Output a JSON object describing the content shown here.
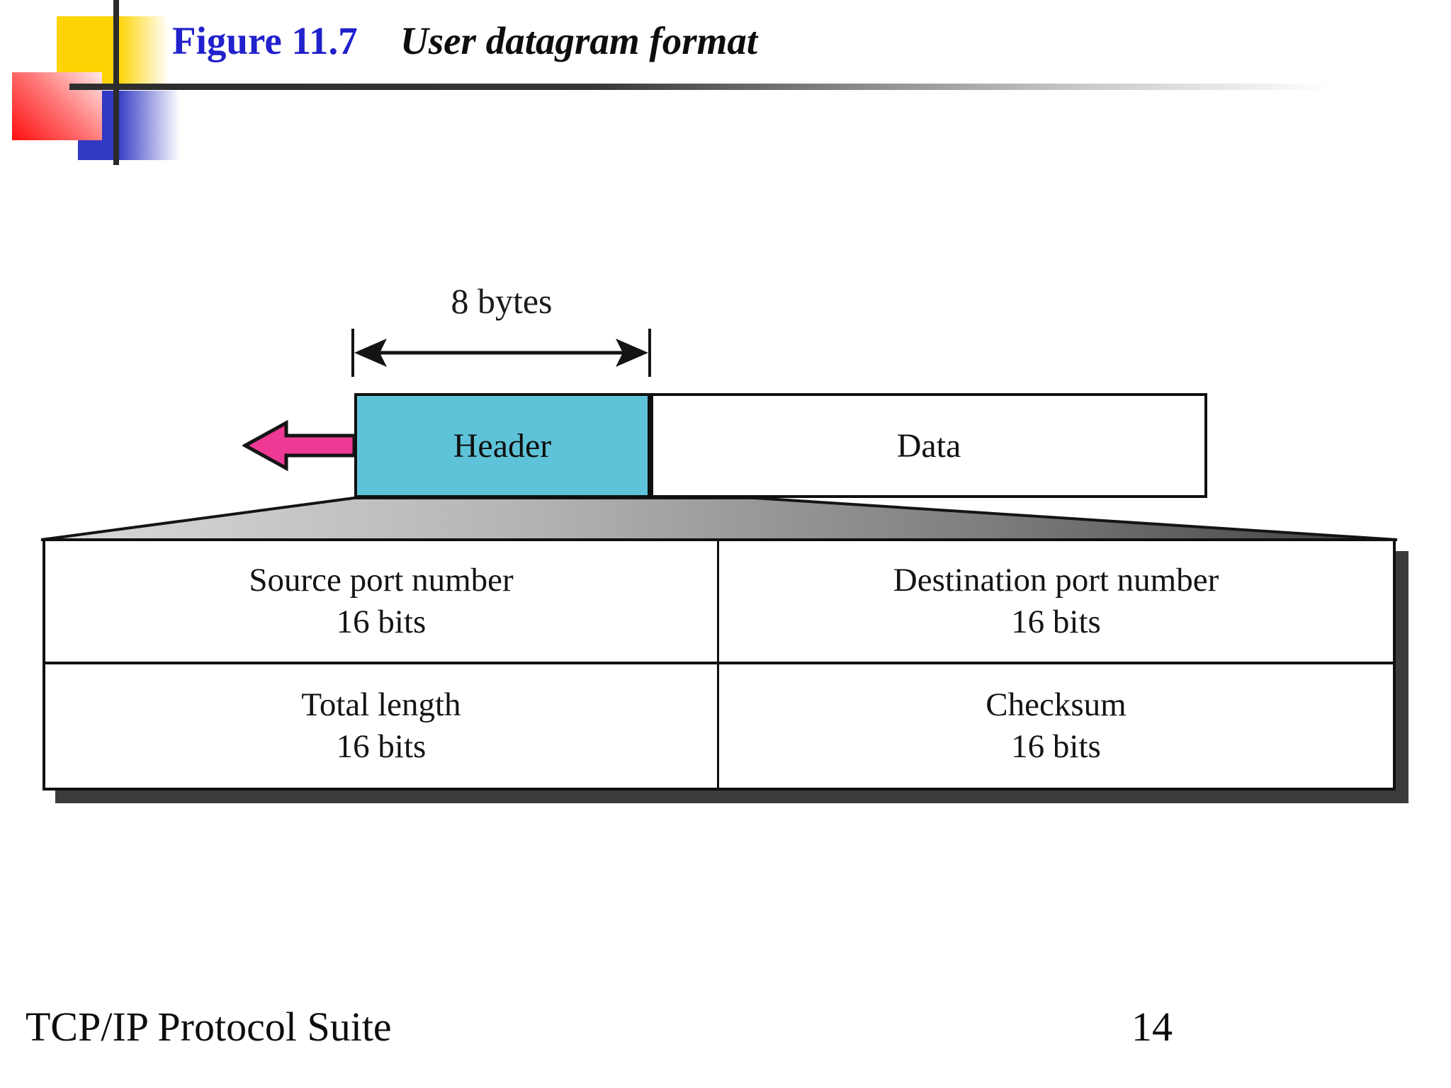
{
  "slide": {
    "figure_label": "Figure 11.7",
    "figure_title": "User datagram format",
    "footer_left": "TCP/IP Protocol Suite",
    "page_number": "14"
  },
  "diagram": {
    "size_label": "8 bytes",
    "header_label": "Header",
    "data_label": "Data",
    "table": {
      "cells": [
        {
          "title": "Source port number",
          "subtitle": "16 bits"
        },
        {
          "title": "Destination port number",
          "subtitle": "16 bits"
        },
        {
          "title": "Total length",
          "subtitle": "16 bits"
        },
        {
          "title": "Checksum",
          "subtitle": "16 bits"
        }
      ]
    }
  },
  "colors": {
    "header_fill": "#5ec3d8",
    "arrow_pink": "#ee3a94",
    "title_blue": "#2121cd",
    "deco_yellow": "#ffd405",
    "deco_red": "#ff0f0f",
    "deco_blue": "#3138c1",
    "shadow_gray": "#3b3b3b"
  }
}
